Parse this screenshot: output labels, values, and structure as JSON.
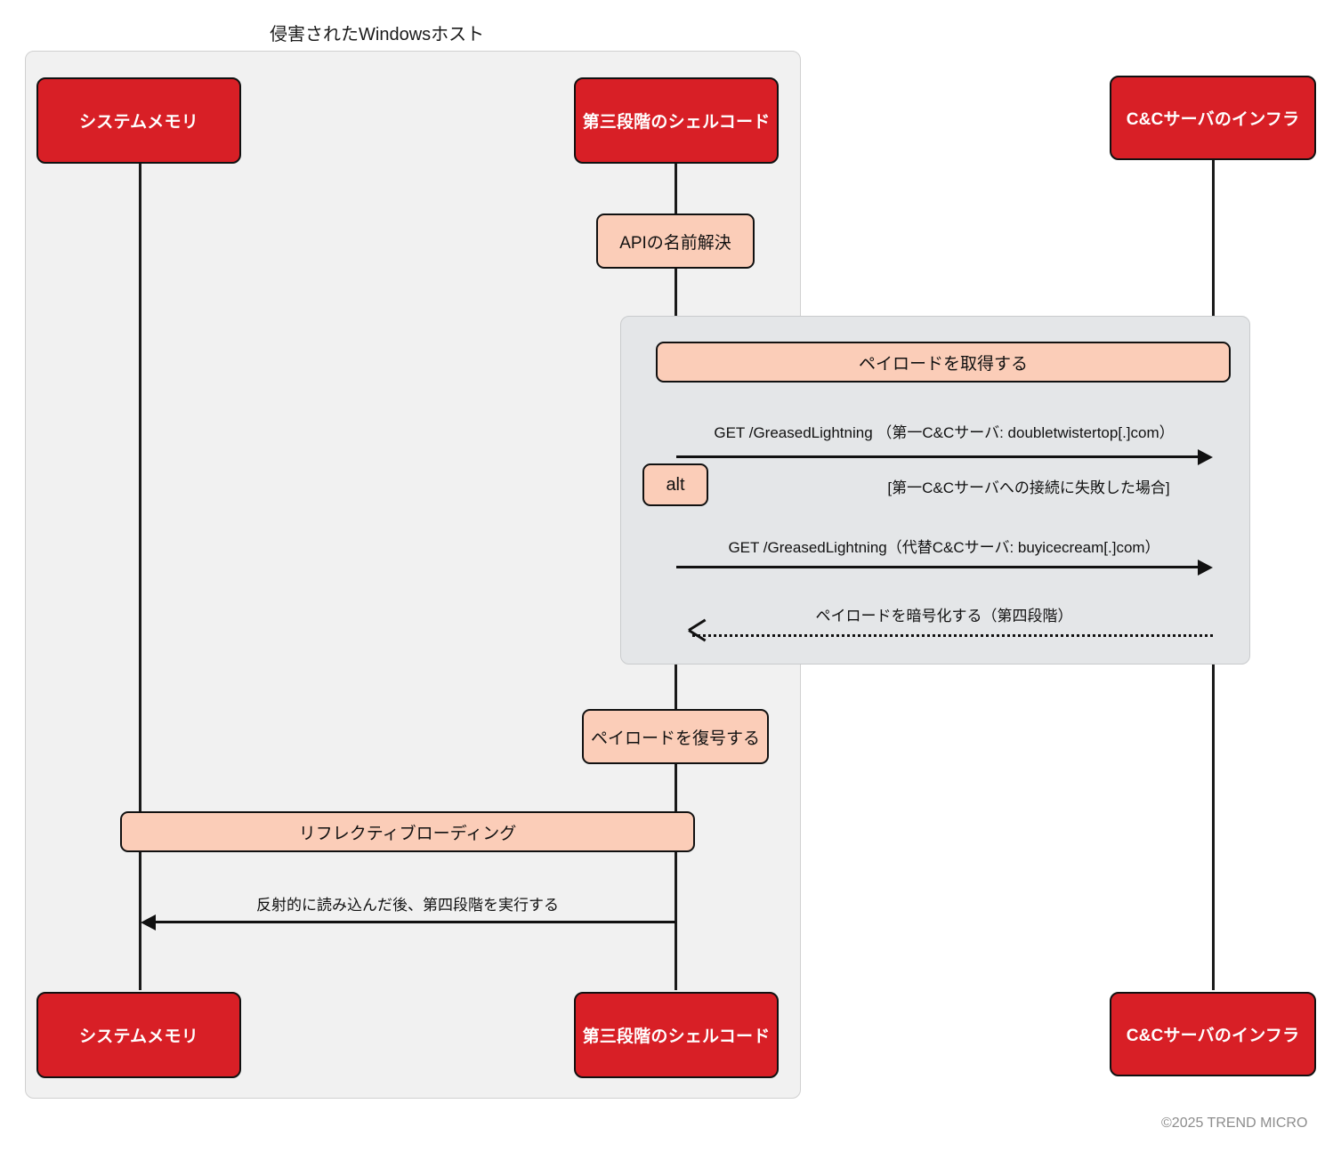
{
  "diagram": {
    "type": "sequence-diagram",
    "group_title": "侵害されたWindowsホスト",
    "footer": "©2025 TREND MICRO",
    "colors": {
      "actor_fill": "#d81f26",
      "actor_text": "#ffffff",
      "note_fill": "#fbcdb8",
      "fragment_fill": "#e4e6e8",
      "group_fill": "#f1f1f1",
      "line": "#111111",
      "footer_text": "#8d8d8d"
    }
  },
  "participants": [
    {
      "id": "system-memory",
      "label": "システムメモリ",
      "in_group": true
    },
    {
      "id": "stage3-shellcode",
      "label": "第三段階のシェルコード",
      "in_group": true
    },
    {
      "id": "cc-infrastructure",
      "label": "C&Cサーバのインフラ",
      "in_group": false
    }
  ],
  "participants_bottom": [
    {
      "id": "system-memory",
      "label": "システムメモリ"
    },
    {
      "id": "stage3-shellcode",
      "label": "第三段階のシェルコード"
    },
    {
      "id": "cc-infrastructure",
      "label": "C&Cサーバのインフラ"
    }
  ],
  "notes": [
    {
      "id": "api-resolution",
      "label": "APIの名前解決"
    },
    {
      "id": "fetch-payload",
      "label": "ペイロードを取得する"
    },
    {
      "id": "decrypt-payload",
      "label": "ペイロードを復号する"
    },
    {
      "id": "reflective-loading",
      "label": "リフレクティブローディング"
    }
  ],
  "fragment": {
    "operator": "alt",
    "condition": "[第一C&Cサーバへの接続に失敗した場合]"
  },
  "messages": [
    {
      "id": "get-primary-cc",
      "label": "GET /GreasedLightning （第一C&Cサーバ: doubletwistertop[.]com）",
      "from": "stage3-shellcode",
      "to": "cc-infrastructure",
      "style": "solid",
      "direction": "right"
    },
    {
      "id": "get-fallback-cc",
      "label": "GET /GreasedLightning（代替C&Cサーバ: buyicecream[.]com）",
      "from": "stage3-shellcode",
      "to": "cc-infrastructure",
      "style": "solid",
      "direction": "right"
    },
    {
      "id": "encrypted-payload-return",
      "label": "ペイロードを暗号化する（第四段階）",
      "from": "cc-infrastructure",
      "to": "stage3-shellcode",
      "style": "dotted",
      "direction": "left"
    },
    {
      "id": "execute-stage4",
      "label": "反射的に読み込んだ後、第四段階を実行する",
      "from": "stage3-shellcode",
      "to": "system-memory",
      "style": "solid",
      "direction": "left"
    }
  ]
}
